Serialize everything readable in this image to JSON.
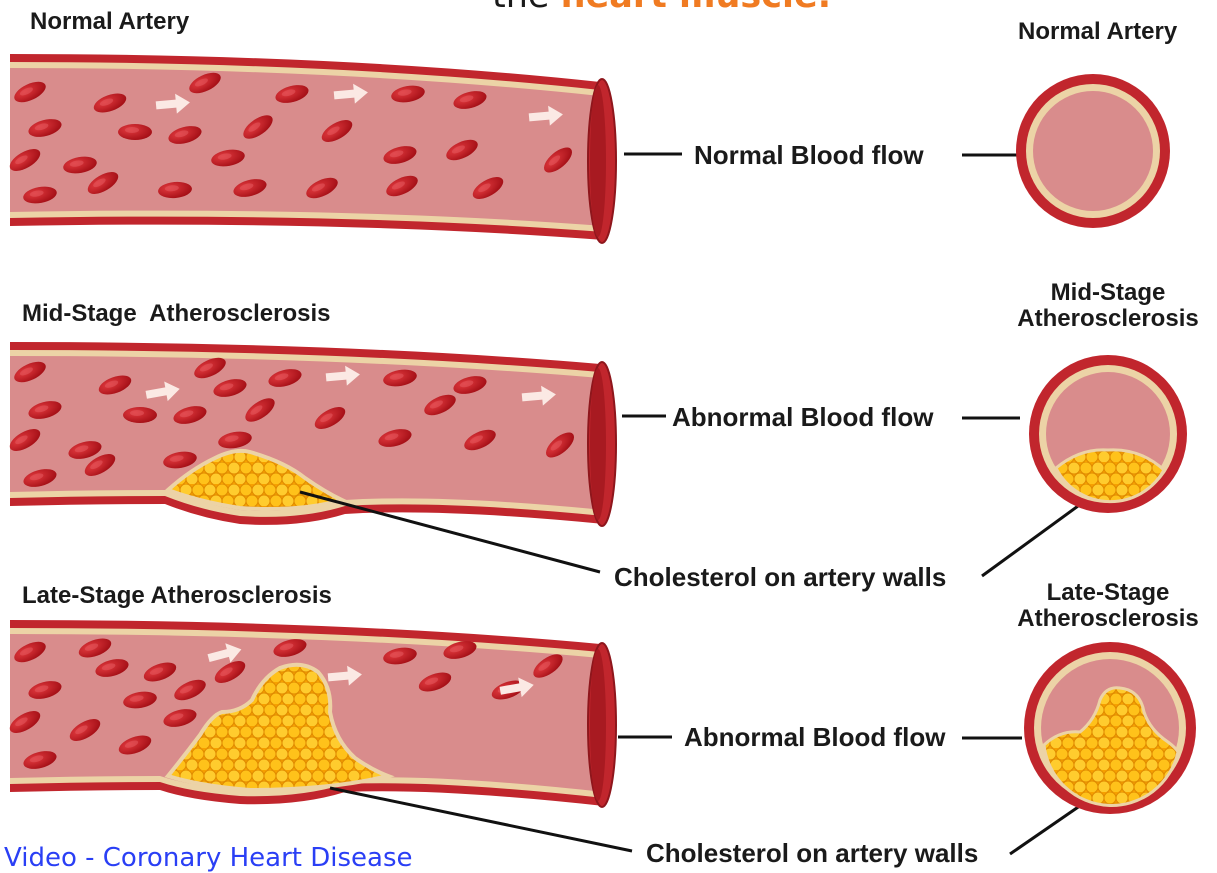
{
  "header": {
    "title_prefix": "the",
    "title_highlight": "heart muscle."
  },
  "panels": [
    {
      "id": "normal",
      "section_label": "Normal Artery",
      "cross_section_label": "Normal Artery",
      "flow_label": "Normal Blood flow"
    },
    {
      "id": "mid",
      "section_label": "Mid-Stage  Atherosclerosis",
      "cross_section_label_line1": "Mid-Stage",
      "cross_section_label_line2": "Atherosclerosis",
      "flow_label": "Abnormal Blood flow",
      "plaque_label": "Cholesterol on artery walls"
    },
    {
      "id": "late",
      "section_label": "Late-Stage Atherosclerosis",
      "cross_section_label_line1": "Late-Stage",
      "cross_section_label_line2": "Atherosclerosis",
      "flow_label": "Abnormal Blood flow",
      "plaque_label": "Cholesterol on artery walls"
    }
  ],
  "footer": {
    "link_text": "Video - Coronary Heart Disease"
  },
  "colors": {
    "artery_wall": "#c1262d",
    "artery_wall_dark": "#8e161c",
    "lumen": "#d98c8c",
    "lining": "#ecd3a6",
    "blood_cell": "#c8161e",
    "flow_arrow": "#fbe9e4",
    "plaque": "#f6a800",
    "plaque_light": "#ffd24a",
    "title_highlight": "#f07b22",
    "link": "#2a3ff5"
  }
}
